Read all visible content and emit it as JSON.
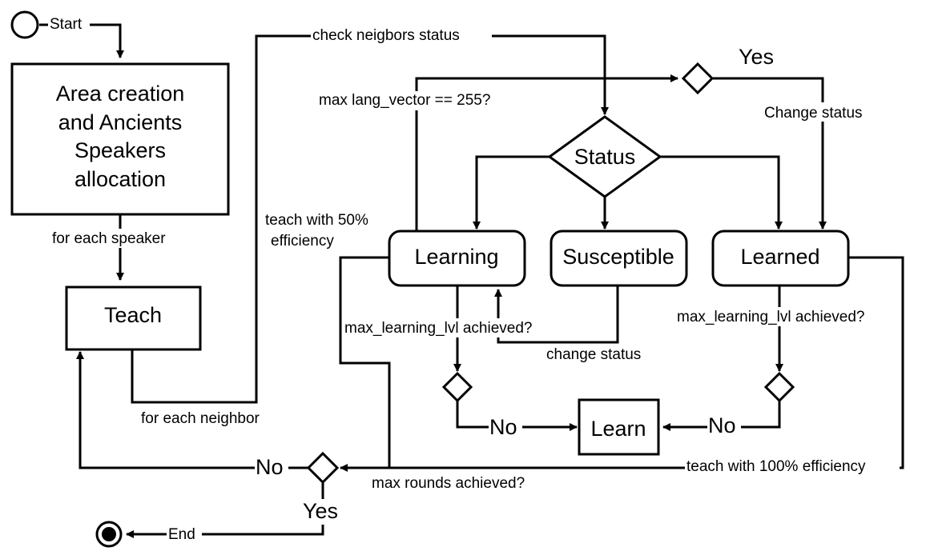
{
  "nodes": {
    "start": "Start",
    "area_creation": [
      "Area creation",
      "and Ancients",
      "Speakers",
      "allocation"
    ],
    "teach": "Teach",
    "status": "Status",
    "learning": "Learning",
    "susceptible": "Susceptible",
    "learned": "Learned",
    "learn": "Learn",
    "end": "End"
  },
  "labels": {
    "for_each_speaker": "for each speaker",
    "for_each_neighbor": "for each neighbor",
    "check_neighbors": "check neigbors status",
    "max_lang_vector": "max lang_vector == 255?",
    "yes_top": "Yes",
    "change_status_top": "Change status",
    "teach_50_line1": "teach with 50%",
    "teach_50_line2": "efficiency",
    "max_learning_left": "max_learning_lvl achieved?",
    "change_status_bottom": "change status",
    "max_learning_right": "max_learning_lvl achieved?",
    "no_left": "No",
    "no_right": "No",
    "teach_100": "teach with 100% efficiency",
    "max_rounds": "max rounds achieved?",
    "no_rounds": "No",
    "yes_rounds": "Yes"
  }
}
